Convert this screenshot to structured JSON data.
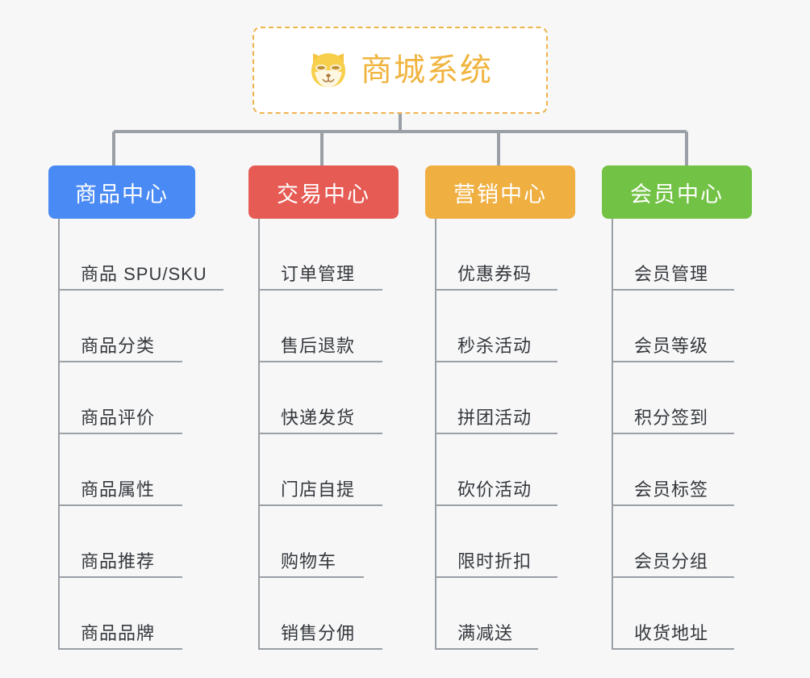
{
  "root": {
    "title": "商城系统",
    "icon": "shiba-dog-icon",
    "border_color": "#eeb44c",
    "text_color": "#f0b43f",
    "background": "#ffffff"
  },
  "canvas": {
    "background": "#f7f7f7",
    "connector_color": "#9aa0a6",
    "rule_color": "#9aa0a6",
    "leaf_text_color": "#34383d"
  },
  "branches": [
    {
      "title": "商品中心",
      "color": "#4a8af4",
      "items": [
        {
          "label": "商品 SPU/SKU",
          "rule_width": 205
        },
        {
          "label": "商品分类",
          "rule_width": 154
        },
        {
          "label": "商品评价",
          "rule_width": 154
        },
        {
          "label": "商品属性",
          "rule_width": 154
        },
        {
          "label": "商品推荐",
          "rule_width": 154
        },
        {
          "label": "商品品牌",
          "rule_width": 154
        }
      ]
    },
    {
      "title": "交易中心",
      "color": "#e65c55",
      "items": [
        {
          "label": "订单管理",
          "rule_width": 154
        },
        {
          "label": "售后退款",
          "rule_width": 154
        },
        {
          "label": "快递发货",
          "rule_width": 154
        },
        {
          "label": "门店自提",
          "rule_width": 154
        },
        {
          "label": "购物车",
          "rule_width": 131
        },
        {
          "label": "销售分佣",
          "rule_width": 154
        }
      ]
    },
    {
      "title": "营销中心",
      "color": "#efaf41",
      "items": [
        {
          "label": "优惠券码",
          "rule_width": 152
        },
        {
          "label": "秒杀活动",
          "rule_width": 152
        },
        {
          "label": "拼团活动",
          "rule_width": 152
        },
        {
          "label": "砍价活动",
          "rule_width": 152
        },
        {
          "label": "限时折扣",
          "rule_width": 152
        },
        {
          "label": "满减送",
          "rule_width": 128
        }
      ]
    },
    {
      "title": "会员中心",
      "color": "#72c245",
      "items": [
        {
          "label": "会员管理",
          "rule_width": 152
        },
        {
          "label": "会员等级",
          "rule_width": 152
        },
        {
          "label": "积分签到",
          "rule_width": 152
        },
        {
          "label": "会员标签",
          "rule_width": 152
        },
        {
          "label": "会员分组",
          "rule_width": 152
        },
        {
          "label": "收货地址",
          "rule_width": 152
        }
      ]
    }
  ]
}
